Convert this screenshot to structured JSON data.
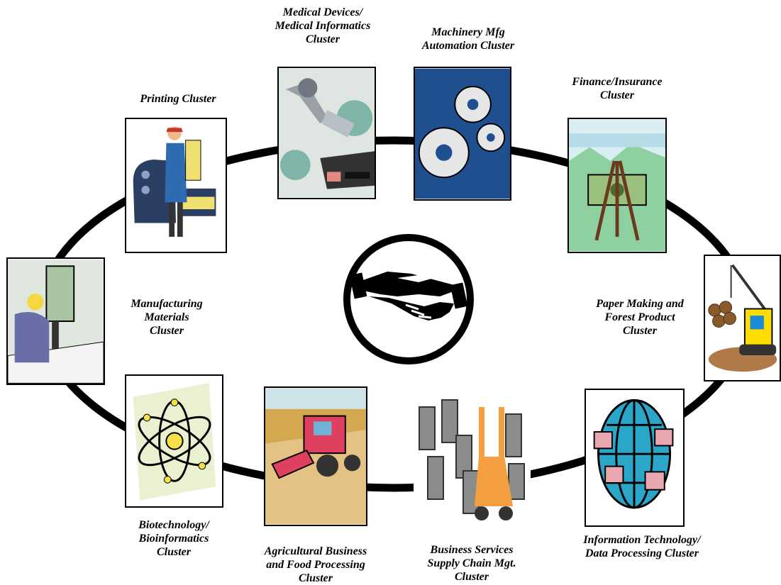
{
  "diagram": {
    "center_icon": "handshake-icon",
    "clusters": [
      {
        "id": "printing",
        "icon": "printing-press-icon",
        "lines": [
          "Printing Cluster"
        ]
      },
      {
        "id": "medical",
        "icon": "robotic-arm-icon",
        "lines": [
          "Medical Devices/",
          "Medical Informatics",
          "Cluster"
        ]
      },
      {
        "id": "machinery",
        "icon": "gears-icon",
        "lines": [
          "Machinery Mfg",
          "Automation Cluster"
        ]
      },
      {
        "id": "finance",
        "icon": "dollar-easel-icon",
        "lines": [
          "Finance/Insurance",
          "Cluster"
        ]
      },
      {
        "id": "paper",
        "icon": "log-loader-icon",
        "lines": [
          "Paper Making and",
          "Forest Product",
          "Cluster"
        ]
      },
      {
        "id": "infotech",
        "icon": "globe-network-icon",
        "lines": [
          "Information Technology/",
          "Data Processing Cluster"
        ]
      },
      {
        "id": "business",
        "icon": "forklift-icon",
        "lines": [
          "Business Services",
          "Supply Chain Mgt.",
          "Cluster"
        ]
      },
      {
        "id": "agri",
        "icon": "harvester-icon",
        "lines": [
          "Agricultural Business",
          "and Food Processing",
          "Cluster"
        ]
      },
      {
        "id": "biotech",
        "icon": "atom-icon",
        "lines": [
          "Biotechnology/",
          "Bioinformatics",
          "Cluster"
        ]
      },
      {
        "id": "manufacturing",
        "icon": "drill-press-worker-icon",
        "lines": [
          "Manufacturing",
          "Materials",
          "Cluster"
        ]
      }
    ]
  }
}
